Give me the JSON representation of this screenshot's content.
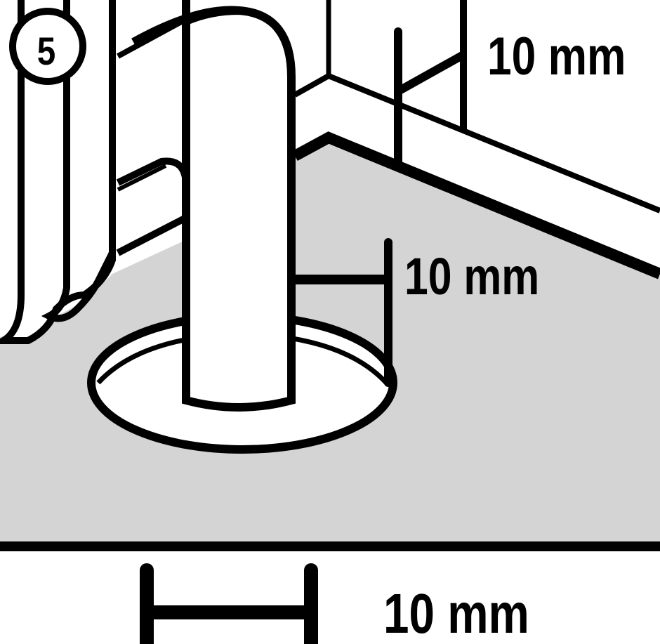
{
  "diagram": {
    "step_number": "5",
    "measurements": {
      "top_label": "10 mm",
      "middle_label": "10 mm",
      "bottom_label": "10 mm"
    },
    "colors": {
      "stroke": "#000000",
      "floor_fill": "#d4d4d4",
      "background": "#ffffff"
    }
  }
}
